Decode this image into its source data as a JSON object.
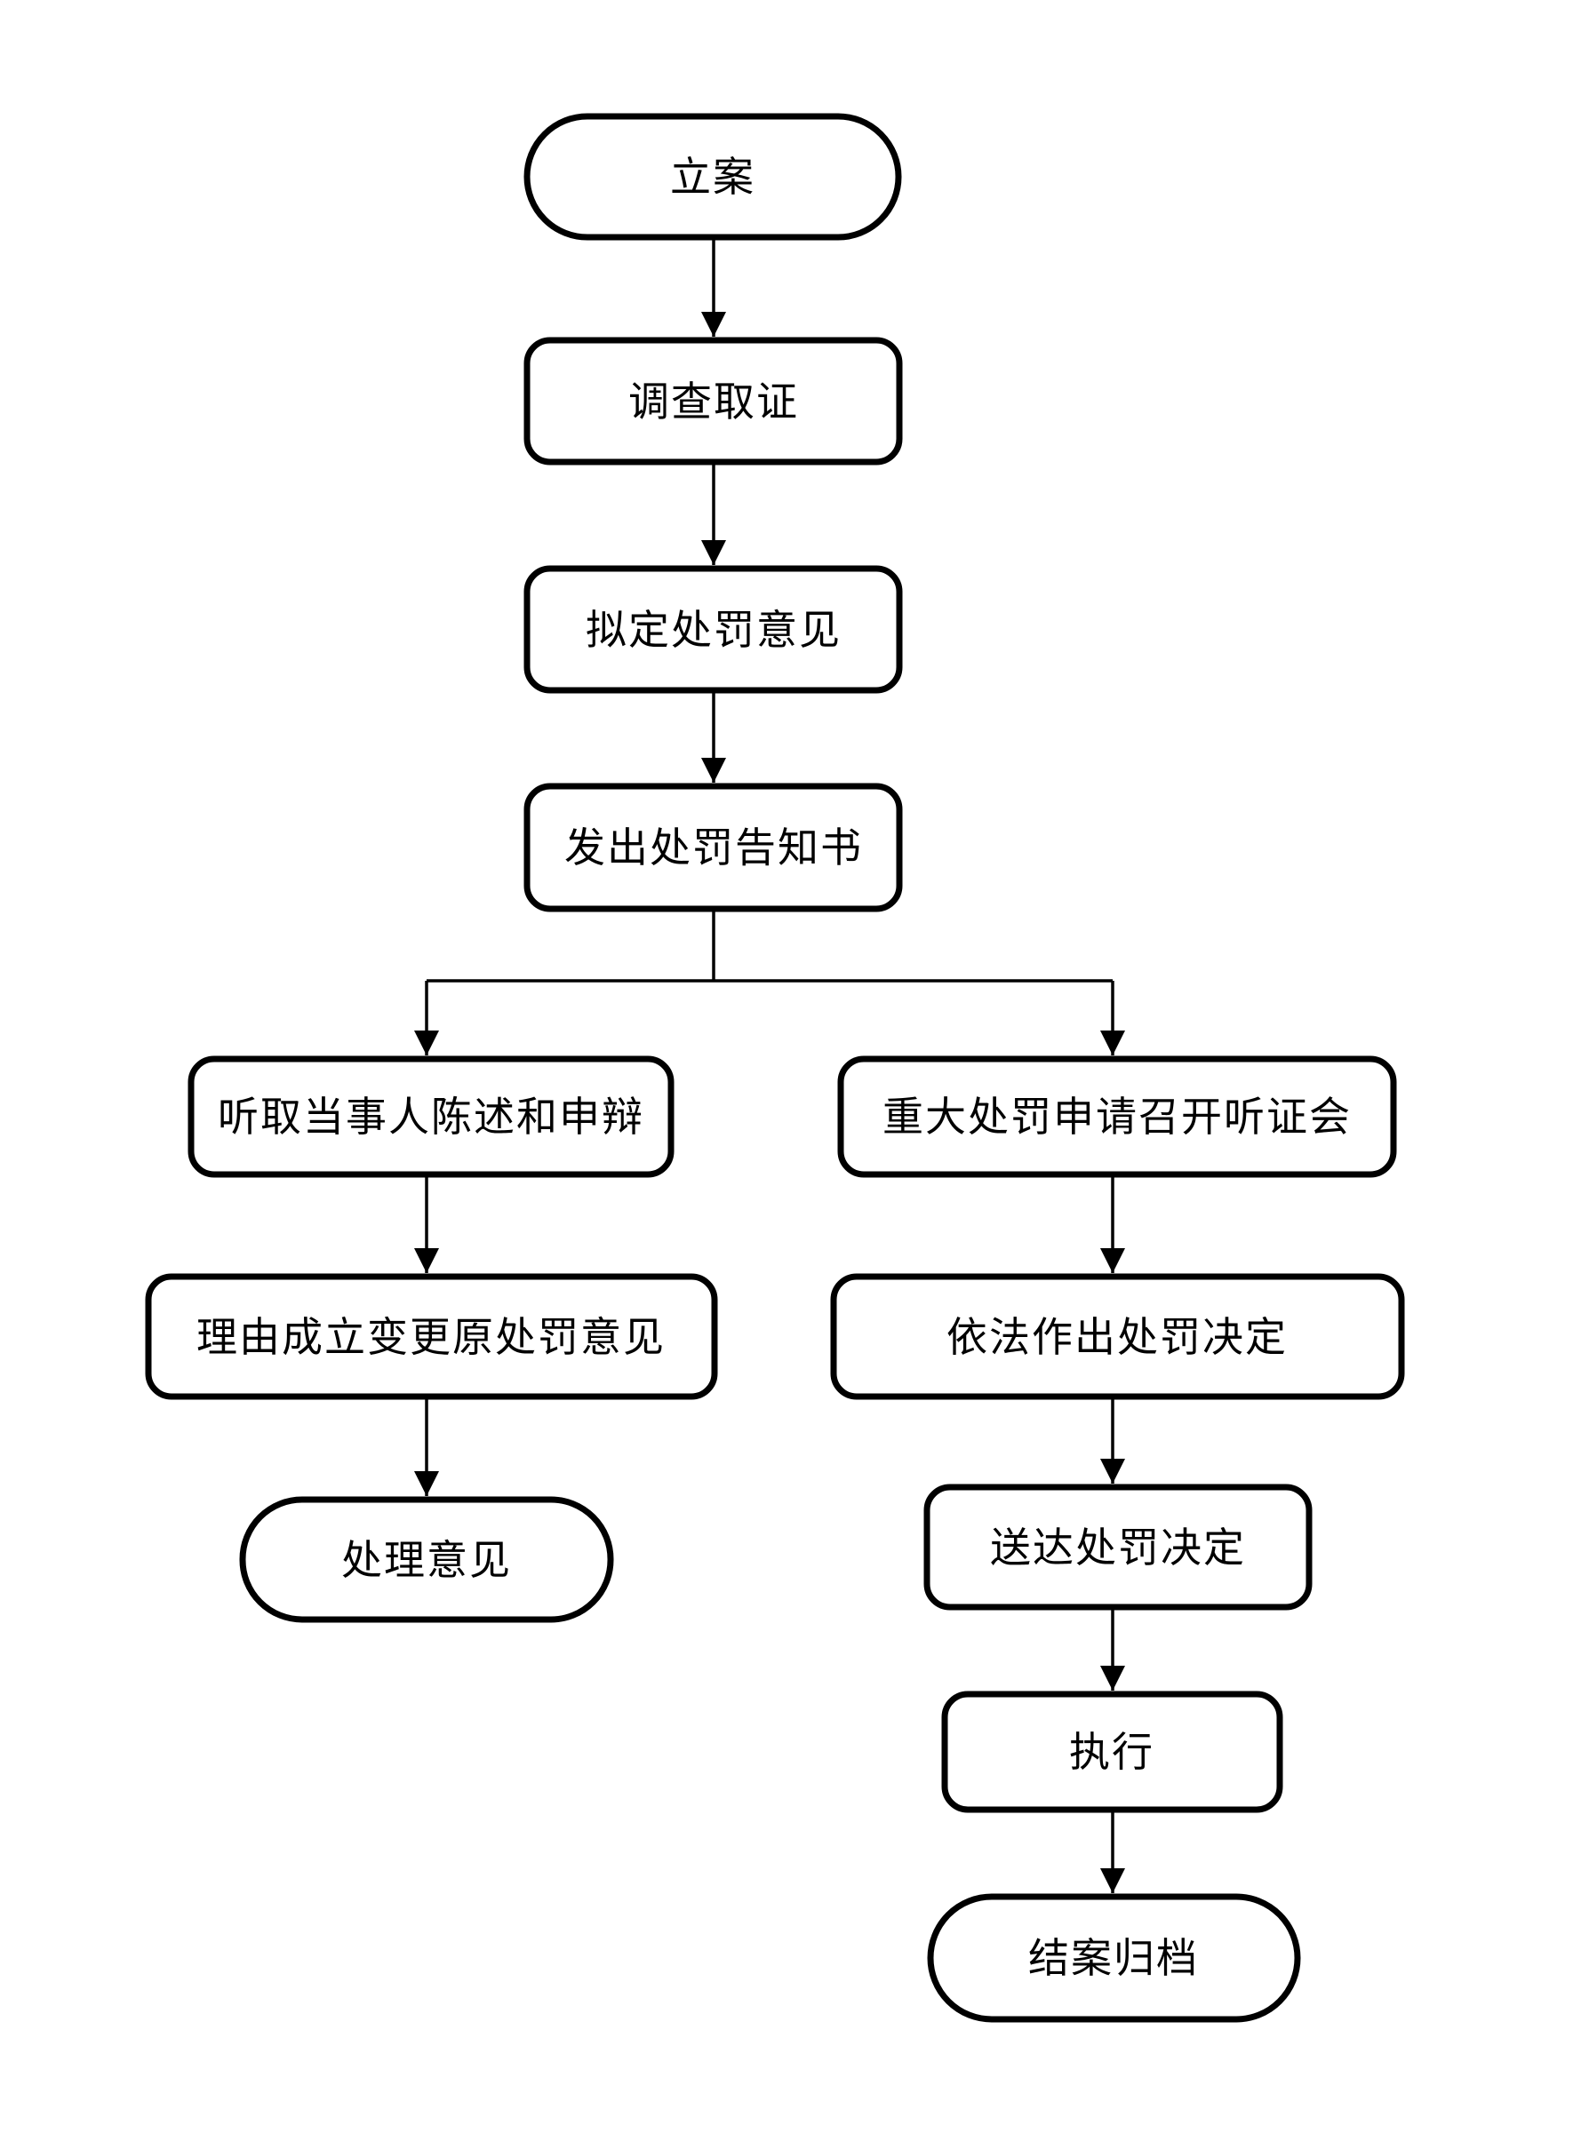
{
  "diagram": {
    "type": "flowchart",
    "background_color": "#ffffff",
    "line_color": "#000000",
    "node_fill_color": "#ffffff",
    "nodes": [
      {
        "id": "start",
        "shape": "stadium",
        "label": "立案"
      },
      {
        "id": "investigate",
        "shape": "rect",
        "label": "调查取证"
      },
      {
        "id": "draft-opinion",
        "shape": "rect",
        "label": "拟定处罚意见"
      },
      {
        "id": "issue-notice",
        "shape": "rect",
        "label": "发出处罚告知书"
      },
      {
        "id": "hear-statement",
        "shape": "rect",
        "label": "听取当事人陈述和申辩"
      },
      {
        "id": "hold-hearing",
        "shape": "rect",
        "label": "重大处罚申请召开听证会"
      },
      {
        "id": "change-opinion",
        "shape": "rect",
        "label": "理由成立变更原处罚意见"
      },
      {
        "id": "make-decision",
        "shape": "rect",
        "label": "依法作出处罚决定"
      },
      {
        "id": "handling-opinion",
        "shape": "stadium",
        "label": "处理意见"
      },
      {
        "id": "deliver-decision",
        "shape": "rect",
        "label": "送达处罚决定"
      },
      {
        "id": "execute",
        "shape": "rect",
        "label": "执行"
      },
      {
        "id": "close-archive",
        "shape": "stadium",
        "label": "结案归档"
      }
    ],
    "edges": [
      {
        "from": "start",
        "to": "investigate"
      },
      {
        "from": "investigate",
        "to": "draft-opinion"
      },
      {
        "from": "draft-opinion",
        "to": "issue-notice"
      },
      {
        "from": "issue-notice",
        "to": "hear-statement"
      },
      {
        "from": "issue-notice",
        "to": "hold-hearing"
      },
      {
        "from": "hear-statement",
        "to": "change-opinion"
      },
      {
        "from": "change-opinion",
        "to": "handling-opinion"
      },
      {
        "from": "hold-hearing",
        "to": "make-decision"
      },
      {
        "from": "make-decision",
        "to": "deliver-decision"
      },
      {
        "from": "deliver-decision",
        "to": "execute"
      },
      {
        "from": "execute",
        "to": "close-archive"
      }
    ]
  }
}
